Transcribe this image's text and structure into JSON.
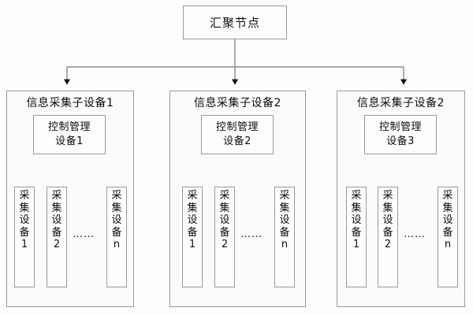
{
  "diagram": {
    "title_node": {
      "label": "汇聚节点"
    },
    "groups": [
      {
        "title": "信息采集子设备1",
        "controller": {
          "line1": "控制管理",
          "line2": "设备1"
        },
        "ellipsis": "……",
        "leaves": [
          {
            "label": "采集设备1"
          },
          {
            "label": "采集设备2"
          },
          {
            "label": "采集设备n"
          }
        ]
      },
      {
        "title": "信息采集子设备2",
        "controller": {
          "line1": "控制管理",
          "line2": "设备2"
        },
        "ellipsis": "……",
        "leaves": [
          {
            "label": "采集设备1"
          },
          {
            "label": "采集设备2"
          },
          {
            "label": "采集设备n"
          }
        ]
      },
      {
        "title": "信息采集子设备2",
        "controller": {
          "line1": "控制管理",
          "line2": "设备3"
        },
        "ellipsis": "……",
        "leaves": [
          {
            "label": "采集设备1"
          },
          {
            "label": "采集设备2"
          },
          {
            "label": "采集设备n"
          }
        ]
      }
    ],
    "colors": {
      "line": "#8c8c8c",
      "border": "#9a9a9a",
      "arrow": "#111111",
      "text": "#0d0d0d",
      "background": "#fdfdfd"
    }
  }
}
